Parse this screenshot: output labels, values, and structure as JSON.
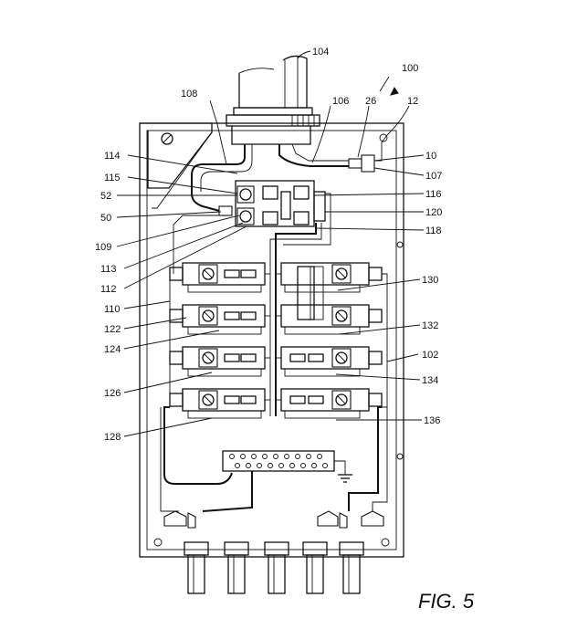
{
  "figure": {
    "caption": "FIG. 5"
  },
  "reference_numerals": [
    "104",
    "100",
    "108",
    "106",
    "26",
    "12",
    "10",
    "107",
    "114",
    "115",
    "52",
    "50",
    "116",
    "120",
    "118",
    "109",
    "113",
    "112",
    "110",
    "122",
    "124",
    "126",
    "128",
    "130",
    "132",
    "102",
    "134",
    "136"
  ]
}
